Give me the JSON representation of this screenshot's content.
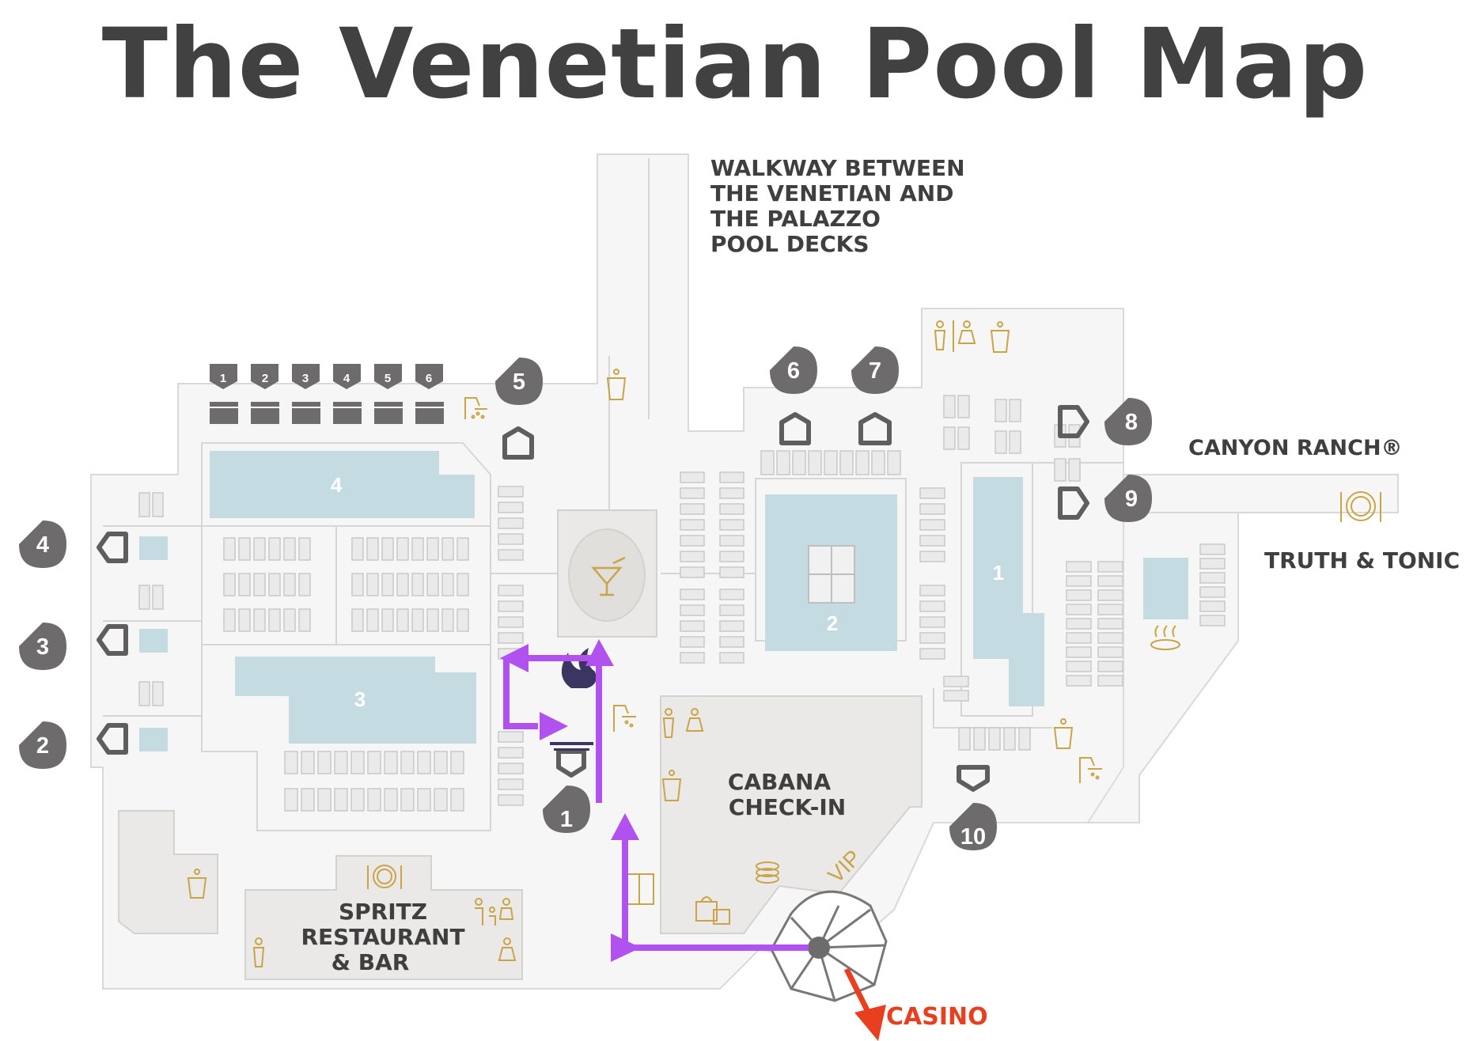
{
  "title": "The Venetian Pool Map",
  "labels": {
    "walkway": [
      "WALKWAY BETWEEN",
      "THE VENETIAN AND",
      "THE PALAZZO",
      "POOL DECKS"
    ],
    "canyon_ranch": "CANYON RANCH®",
    "truth_tonic": "TRUTH & TONIC",
    "cabana": [
      "CABANA",
      "CHECK-IN"
    ],
    "spritz": [
      "SPRITZ",
      "RESTAURANT",
      "& BAR"
    ],
    "casino": "CASINO",
    "vip": "VIP"
  },
  "pools": [
    "4",
    "3",
    "2",
    "1"
  ],
  "markers": [
    "1",
    "2",
    "3",
    "4",
    "5",
    "6",
    "7",
    "8",
    "9",
    "10"
  ],
  "cabana_numbers": [
    "1",
    "2",
    "3",
    "4",
    "5",
    "6"
  ],
  "colors": {
    "floor": "#f6f6f6",
    "floor_edge": "#d8d8d8",
    "pool": "#c5dbe2",
    "marker": "#6d6b6b",
    "building": "#ebe9e7",
    "route": "#b152f0",
    "casino": "#e8401f",
    "amenity_icon": "#c9a548"
  },
  "icons": [
    "shower-icon",
    "water-station-icon",
    "restroom-icon",
    "dining-icon",
    "cocktail-icon",
    "hot-tub-icon",
    "fire-pit-icon",
    "towel-icon",
    "shopping-icon",
    "family-icon"
  ]
}
